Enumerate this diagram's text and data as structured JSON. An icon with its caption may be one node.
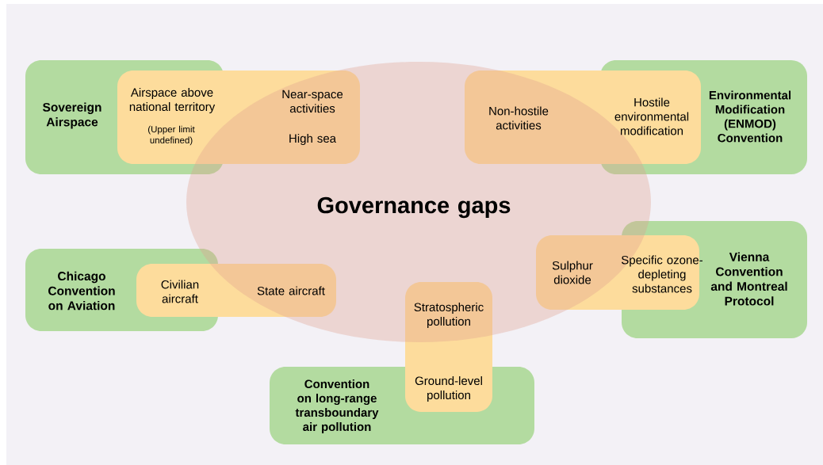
{
  "diagram": {
    "nodes": [
      {
        "text": [
          "Governance gaps"
        ]
      },
      {
        "text": [
          "Sovereign Airspace",
          "Airspace above national territory",
          "(Upper limit undefined)"
        ]
      },
      {
        "text": [
          "Near-space activities",
          "High sea"
        ]
      },
      {
        "text": [
          "Environmental Modification (ENMOD) Convention"
        ]
      },
      {
        "text": [
          "Non-hostile activities",
          "Hostile environmental modification"
        ]
      },
      {
        "text": [
          "Chicago Convention on Aviation"
        ]
      },
      {
        "text": [
          "Civilian aircraft",
          "State aircraft"
        ]
      },
      {
        "text": [
          "Stratospheric pollution",
          "Ground-level pollution"
        ]
      },
      {
        "text": [
          "Convention on long-range transboundary air pollution"
        ]
      },
      {
        "text": [
          "Sulphur dioxide",
          "Specific ozone-depleting substances"
        ]
      },
      {
        "text": [
          "Vienna Convention and Montreal Protocol"
        ]
      }
    ]
  }
}
